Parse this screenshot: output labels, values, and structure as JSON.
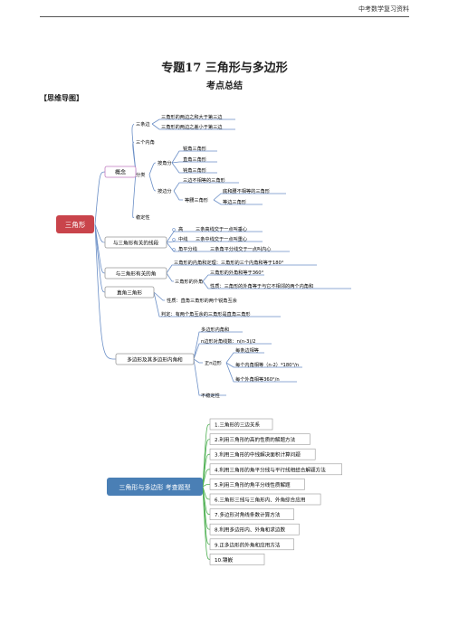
{
  "header": {
    "right_text": "中考数学复习资料"
  },
  "title": "专题17  三角形与多边形",
  "subtitle": "考点总结",
  "section_label": "【思维导图】",
  "mindmap1": {
    "root": "三角形",
    "n_concept": "概念",
    "n_sanbian": "三条边",
    "t_sb1": "三角形的两边之和大于第三边",
    "t_sb2": "三角形的两边之差小于第三边",
    "n_sanneijiao": "三个内角",
    "n_fenlei": "分类",
    "n_anjiao": "按角分",
    "t_rui": "锐角三角形",
    "t_zhi": "直角三角形",
    "t_dun": "钝角三角形",
    "n_anbian": "按边分",
    "t_budeng": "三边不相等的三角形",
    "n_dengyao": "等腰三角形",
    "t_diyao": "底和腰不相等的三角形",
    "t_dengbian": "等边三角形",
    "n_wending": "稳定性",
    "n_xianduan": "与三角形有关的线段",
    "t_gao": "高",
    "t_gao_d": "三条高线交于一点叫垂心",
    "t_zx": "中线",
    "t_zx_d": "三条中线交于一点叫重心",
    "t_jpfx": "角平分线",
    "t_jpfx_d": "三条角平分线交于一点叫内心",
    "n_jiao": "与三角形有关的角",
    "t_nj": "三角形的内角和定理：三角形的三个内角和等于180°",
    "t_wjh": "三角形的外角和等于360°",
    "n_waijiao": "三角形的外角",
    "t_wj_xz": "性质：三角形的外角等于与它不相邻的两个内角和",
    "n_zhijiao": "直角三角形",
    "t_zj_xz": "性质：直角三角形的两个锐角互余",
    "t_zj_pd": "判定：有两个角互余的三角形是直角三角形",
    "n_dbx": "多边形及其多边形内角和",
    "t_dbx_njh": "多边形内角和",
    "t_djx": "n边形对角线数：n(n-3)/2",
    "n_zhengn": "正n边形",
    "t_zn1": "每条边相等",
    "t_zn2": "每个内角相等（n-2）*180°/n",
    "t_zn3": "每个外角相等360°/n",
    "t_bwd": "不稳定性"
  },
  "mindmap2": {
    "root": "三角形与多边形 考查题型",
    "items": [
      "1.三角形的三边关系",
      "2.利用三角形的高的性质的解题方法",
      "3.利用三角形的中线解决面积计算问题",
      "4.利用三角形的角平分线与平行线相结合解题方法",
      "5.利用三角形的角平分线性质解题",
      "6.三角形三线与三角形内、外角综合应用",
      "7.多边形对角线条数计算方法",
      "8.利用多边形内、外角和求边数",
      "9.正多边形的外角和应用方法",
      "10.镶嵌"
    ]
  },
  "colors": {
    "root_fill": "#c9444b",
    "root2_fill": "#4a7fb5",
    "branch1": "#c07ac0",
    "line": "#6b8fc7",
    "green": "#4caf50",
    "box_border": "#999999"
  }
}
